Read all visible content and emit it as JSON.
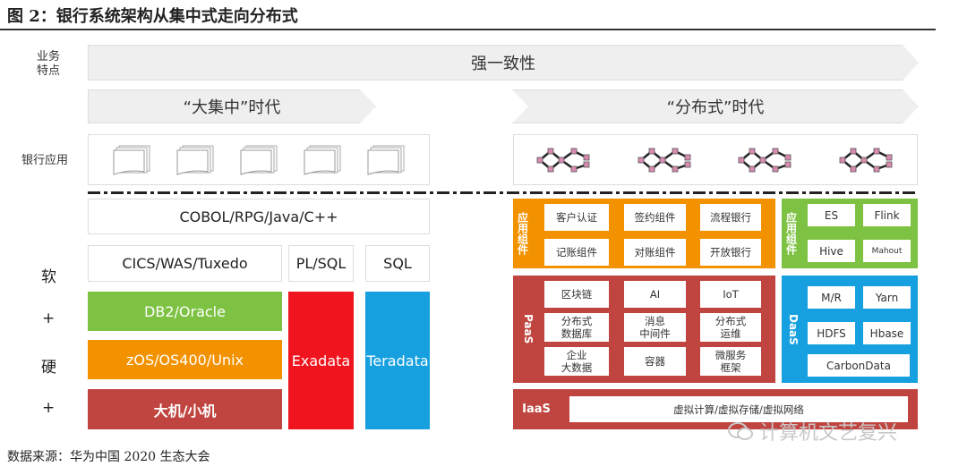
{
  "title": "图 2：银行系统架构从集中式走向分布式",
  "left_labels": {
    "business_l1": "业务",
    "business_l2": "特点",
    "apps": "银行应用",
    "soft": "软",
    "plus1": "+",
    "hard": "硬",
    "plus2": "+"
  },
  "top_arrow": "强一致性",
  "era_left": "“大集中”时代",
  "era_right": "“分布式”时代",
  "legacy": {
    "languages": "COBOL/RPG/Java/C++",
    "middleware": "CICS/WAS/Tuxedo",
    "plsql": "PL/SQL",
    "sql": "SQL",
    "db": "DB2/Oracle",
    "os": "zOS/OS400/Unix",
    "hw": "大机/小机",
    "exadata": "Exadata",
    "teradata": "Teradata"
  },
  "app_components": {
    "label": "应用组件",
    "items": [
      "客户认证",
      "签约组件",
      "流程银行",
      "记账组件",
      "对账组件",
      "开放银行"
    ]
  },
  "data_components": {
    "label": "应用组件",
    "items": [
      "ES",
      "Flink",
      "Hive",
      "Mahout"
    ]
  },
  "paas": {
    "label": "PaaS",
    "items": [
      "区块链",
      "AI",
      "IoT",
      "分布式\n数据库",
      "消息\n中间件",
      "分布式\n运维",
      "企业\n大数据",
      "容器",
      "微服务\n框架"
    ]
  },
  "daas": {
    "label": "DaaS",
    "items": [
      "M/R",
      "Yarn",
      "HDFS",
      "Hbase",
      "CarbonData"
    ]
  },
  "iaas": {
    "label": "IaaS",
    "content": "虚拟计算/虚拟存储/虚拟网络"
  },
  "source": "数据来源：华为中国 2020 生态大会",
  "watermark": "计算机文艺复兴",
  "colors": {
    "green": "#7dc242",
    "orange": "#f39200",
    "red": "#c0443f",
    "brightred": "#f0141e",
    "blue": "#16a0df",
    "pink": "#d98ab0"
  }
}
